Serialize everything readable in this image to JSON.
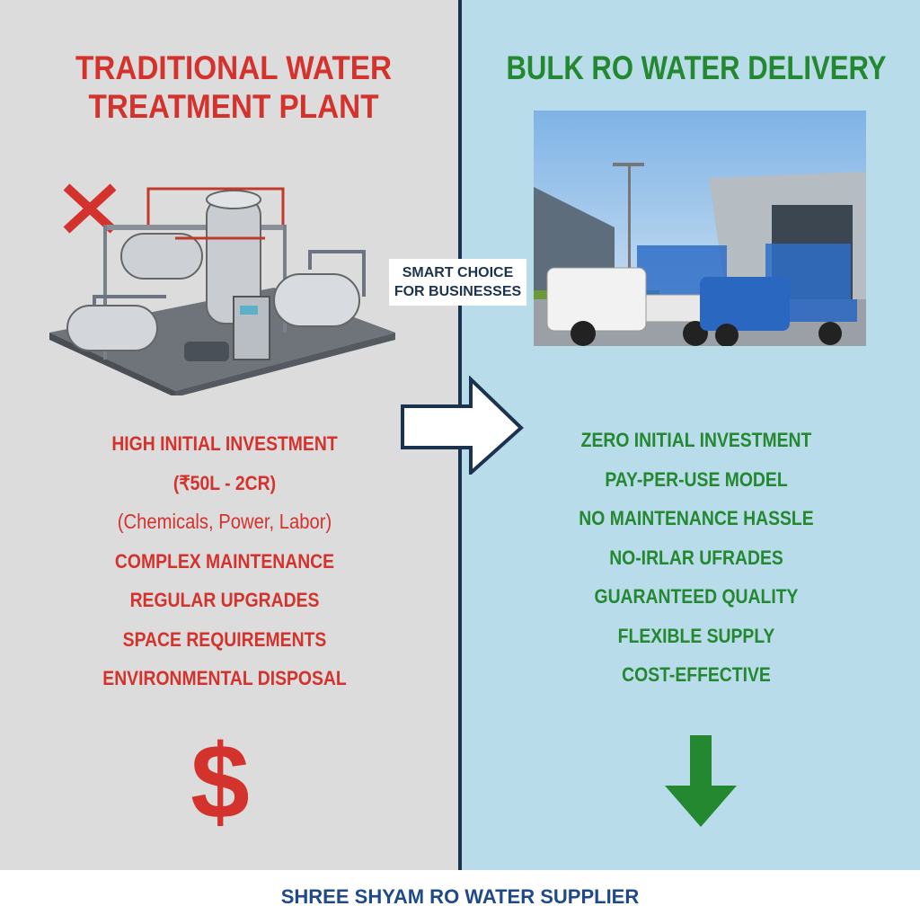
{
  "left": {
    "title_line1": "TRADITIONAL WATER",
    "title_line2": "TREATMENT PLANT",
    "items": [
      "HIGH INITIAL INVESTMENT",
      "(₹50L - 2CR)",
      "(Chemicals, Power, Labor)",
      "COMPLEX MAINTENANCE",
      "REGULAR UPGRADES",
      "SPACE REQUIREMENTS",
      "ENVIRONMENTAL DISPOSAL"
    ],
    "cost_symbol": "$",
    "color": "#d4322c"
  },
  "right": {
    "title": "BULK RO WATER DELIVERY",
    "items": [
      "ZERO INITIAL INVESTMENT",
      "PAY-PER-USE MODEL",
      "NO MAINTENANCE HASSLE",
      "NO-IRLAR UFRADES",
      "GUARANTEED QUALITY",
      "FLEXIBLE SUPPLY",
      "COST-EFFECTIVE"
    ],
    "color": "#23882f"
  },
  "badge": {
    "line1": "SMART CHOICE",
    "line2": "FOR BUSINESSES"
  },
  "footer": "SHREE SHYAM RO WATER SUPPLIER"
}
